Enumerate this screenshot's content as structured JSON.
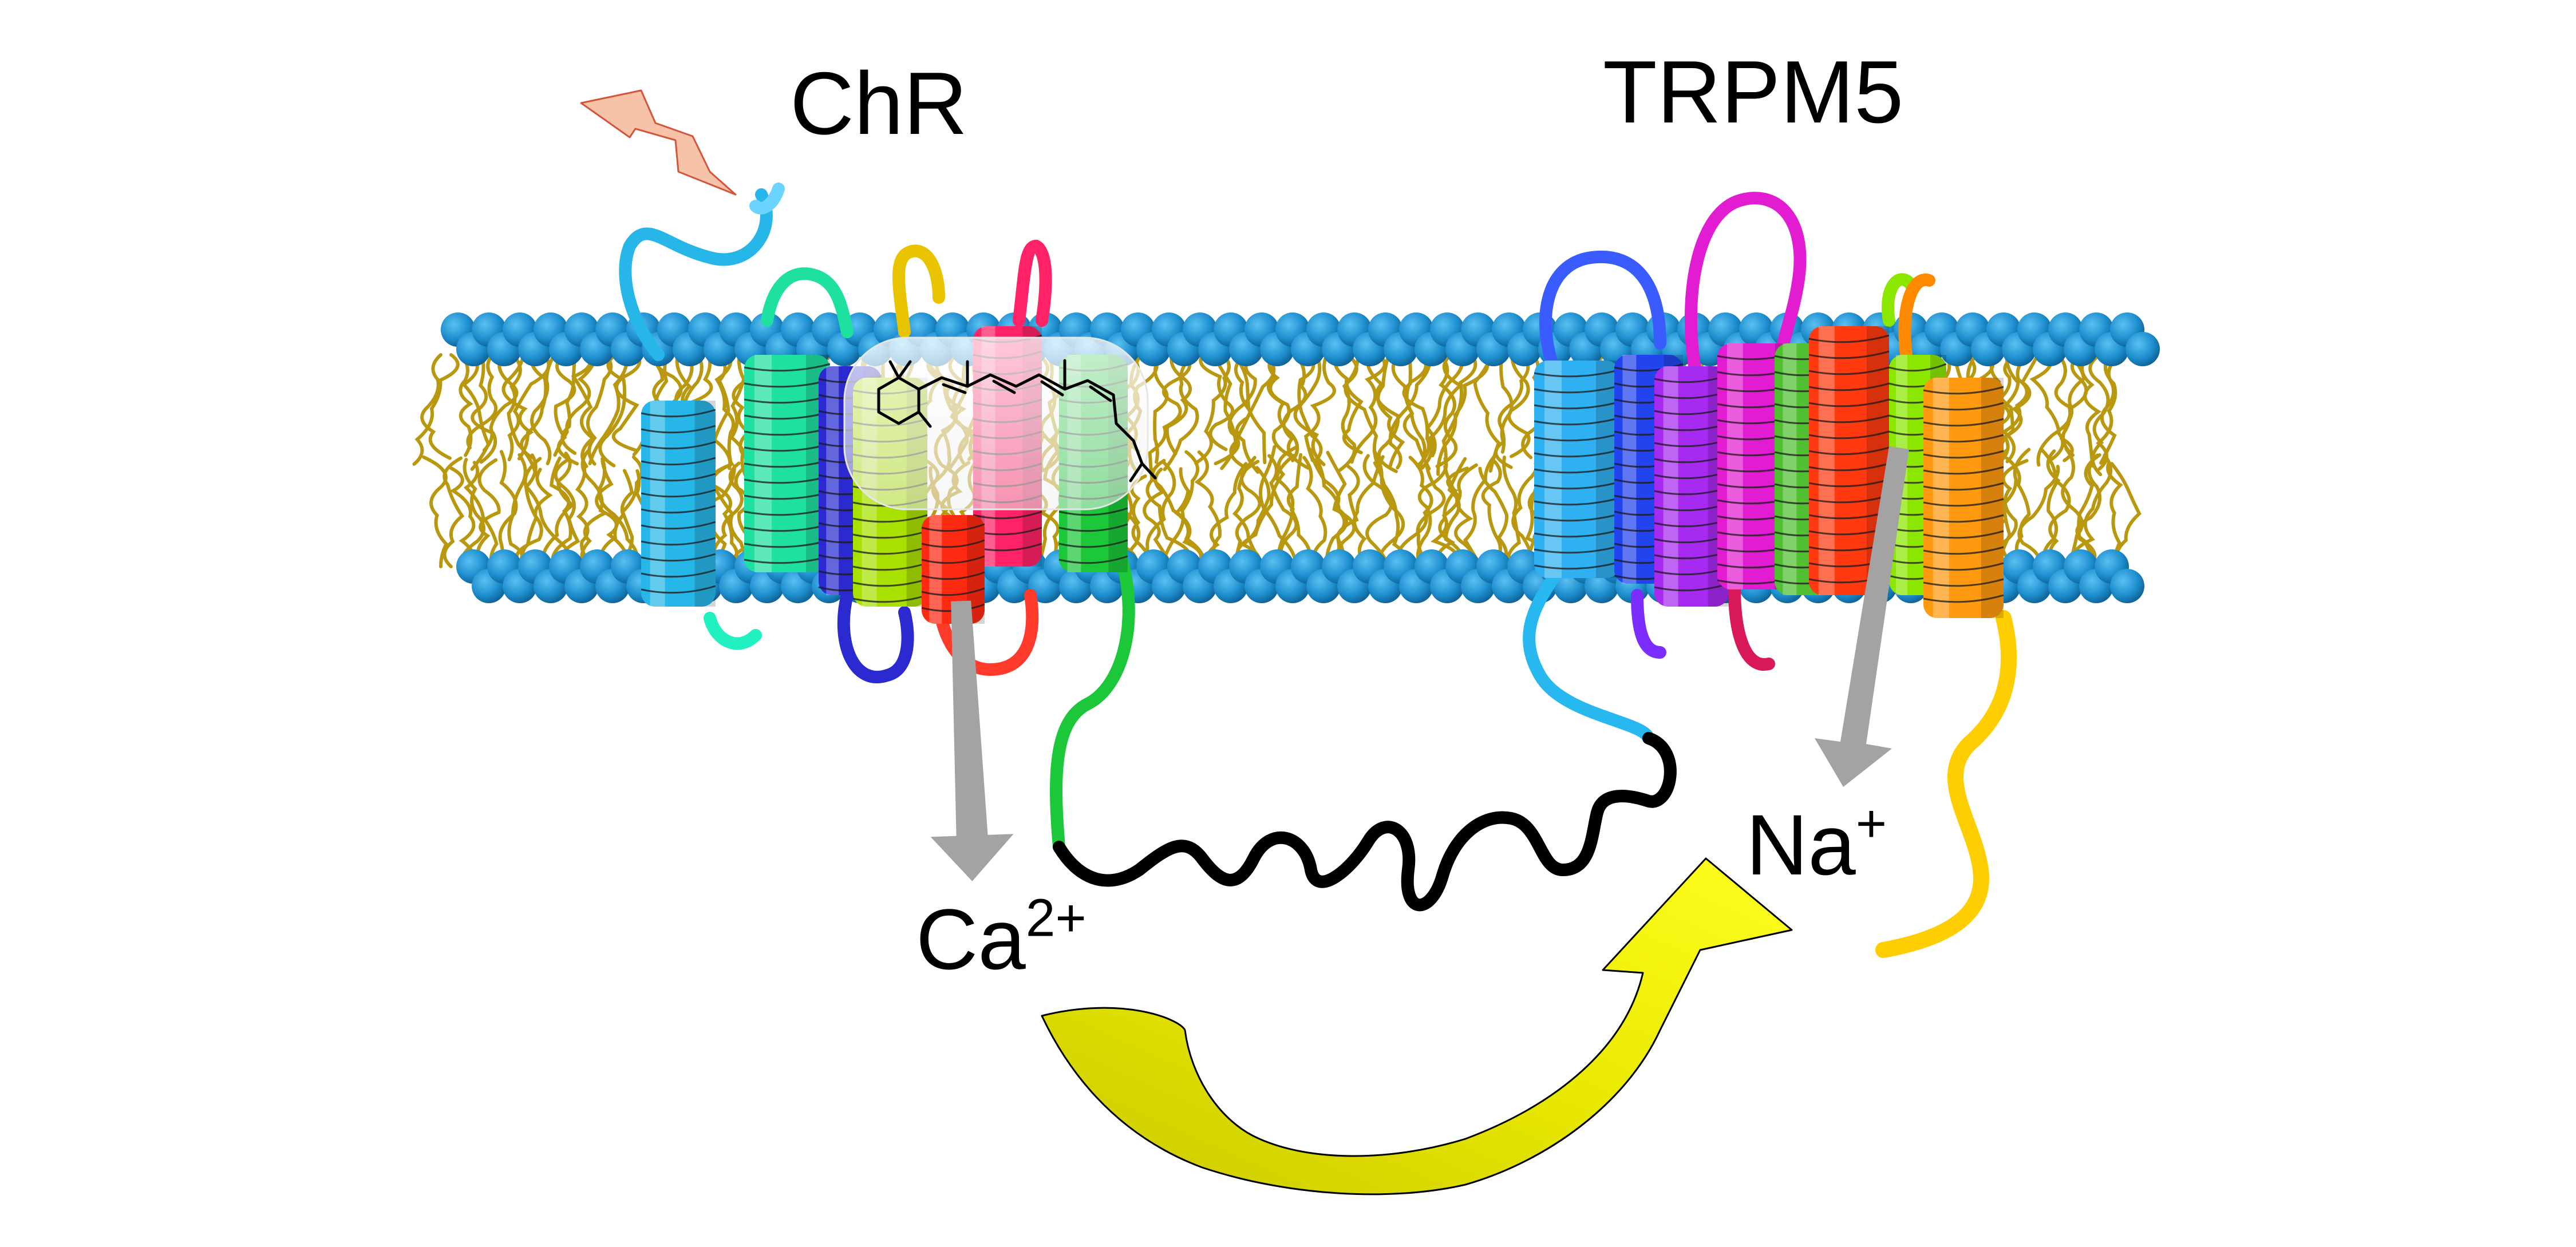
{
  "labels": {
    "chr": "ChR",
    "trpm5": "TRPM5",
    "calcium": {
      "base": "Ca",
      "charge": "2+"
    },
    "sodium": {
      "base": "Na",
      "charge": "+"
    }
  },
  "colors": {
    "background": "#ffffff",
    "lipid_heads": "#1e8fcf",
    "lipid_tails": "#b9980f",
    "flux_arrow": "#a3a3a3",
    "coupling_arrow": "#e6e600",
    "lightning": "#f6c3a8",
    "linker": "#000000"
  },
  "icons": [
    "lightning-bolt-icon",
    "retinal-molecule-icon"
  ]
}
